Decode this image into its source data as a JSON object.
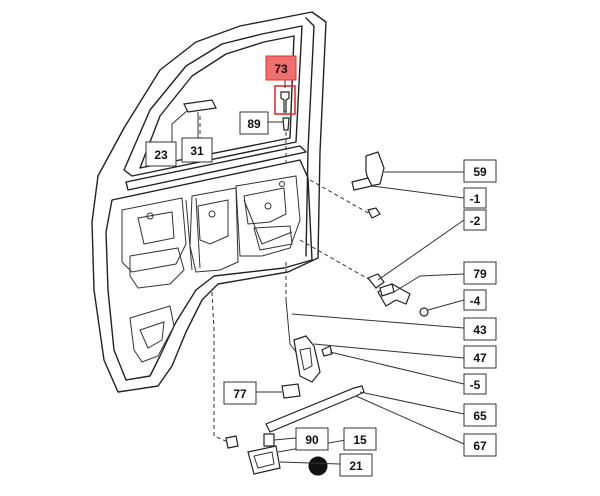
{
  "highlight_color": "#f07070",
  "callouts": {
    "c73": "73",
    "c89": "89",
    "c23": "23",
    "c31": "31",
    "c59": "59",
    "c1": "-1",
    "c2": "-2",
    "c79": "79",
    "c4": "-4",
    "c43": "43",
    "c47": "47",
    "c5": "-5",
    "c65": "65",
    "c67": "67",
    "c77": "77",
    "c90": "90",
    "c15": "15",
    "c21": "21"
  }
}
